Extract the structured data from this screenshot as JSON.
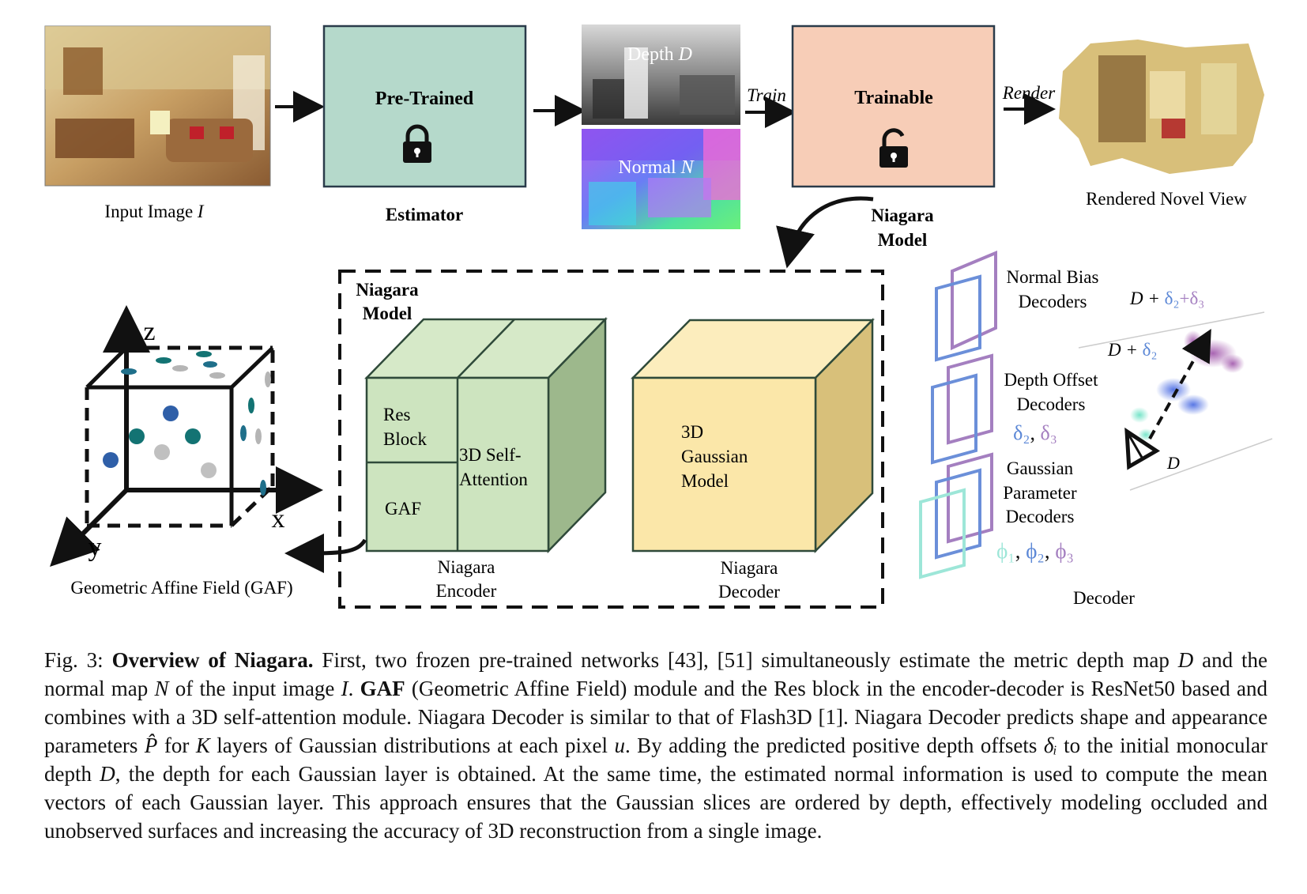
{
  "figure": {
    "input": {
      "label_prefix": "Input Image ",
      "label_var": "I"
    },
    "pretrained": {
      "title": "Pre-Trained",
      "caption": "Estimator"
    },
    "depth": {
      "prefix": "Depth ",
      "var": "D"
    },
    "normal": {
      "prefix": "Normal ",
      "var": "N"
    },
    "train_label": "Train",
    "render_label": "Render",
    "trainable": {
      "title": "Trainable",
      "caption_line1": "Niagara",
      "caption_line2": "Model"
    },
    "rendered_caption": "Rendered Novel View",
    "model_box": {
      "line1": "Niagara",
      "line2": "Model"
    },
    "encoder": {
      "res_line1": "Res",
      "res_line2": "Block",
      "gaf": "GAF",
      "attn_line1": "3D Self-",
      "attn_line2": "Attention",
      "caption_line1": "Niagara",
      "caption_line2": "Encoder"
    },
    "decoder_cube": {
      "line1": "3D",
      "line2": "Gaussian",
      "line3": "Model",
      "caption_line1": "Niagara",
      "caption_line2": "Decoder"
    },
    "gaf_cube": {
      "caption": "Geometric Affine Field (GAF)",
      "axis_z": "z",
      "axis_x": "x",
      "axis_y": "y"
    },
    "decoders": {
      "normal_line1": "Normal Bias",
      "normal_line2": "Decoders",
      "depth_line1": "Depth Offset",
      "depth_line2": "Decoders",
      "delta2": "δ₂",
      "delta3": "δ₃",
      "gauss_line1": "Gaussian",
      "gauss_line2": "Parameter",
      "gauss_line3": "Decoders",
      "phi1": "ϕ₁",
      "phi2": "ϕ₂",
      "phi3": "ϕ₃",
      "caption": "Decoder",
      "eq_top_prefix": "D + ",
      "eq_top_d2": "δ₂",
      "eq_top_d3": "+δ₃",
      "eq_mid_prefix": "D + ",
      "eq_mid_d2": "δ₂",
      "eq_bottom": "D"
    },
    "colors": {
      "pretrained_fill": "#b5d9cb",
      "trainable_fill": "#f7cdb7",
      "encoder_fill": "#cde4bf",
      "decoder_fill": "#fbe7a9",
      "teal": "#2b8a86",
      "blue": "#5b87d6",
      "purple": "#a47fc0",
      "cyan": "#9de6d8"
    }
  },
  "caption": {
    "fig_label": "Fig. 3: ",
    "title": "Overview of Niagara.",
    "s1": " First, two frozen pre-trained networks [43], [51] simultaneously estimate the metric depth map ",
    "v_D": "D",
    "s2": " and the normal map ",
    "v_N": "N",
    "s3": " of the input image ",
    "v_I": "I",
    "s4": ". ",
    "gaf_bold": "GAF",
    "s5": " (Geometric Affine Field) module and the Res block in the encoder-decoder is ResNet50 based and combines with a 3D self-attention module. Niagara Decoder is similar to that of Flash3D [1]. Niagara Decoder predicts shape and appearance parameters ",
    "v_P": "P̂",
    "s6": " for ",
    "v_K": "K",
    "s7": " layers of Gaussian distributions at each pixel ",
    "v_u": "u",
    "s8": ". By adding the predicted positive depth offsets ",
    "v_delta": "δᵢ",
    "s9": " to the initial monocular depth ",
    "v_D2": "D",
    "s10": ", the depth for each Gaussian layer is obtained. At the same time, the estimated normal information is used to compute the mean vectors of each Gaussian layer. This approach ensures that the Gaussian slices are ordered by depth, effectively modeling occluded and unobserved surfaces and increasing the accuracy of 3D reconstruction from a single image."
  }
}
